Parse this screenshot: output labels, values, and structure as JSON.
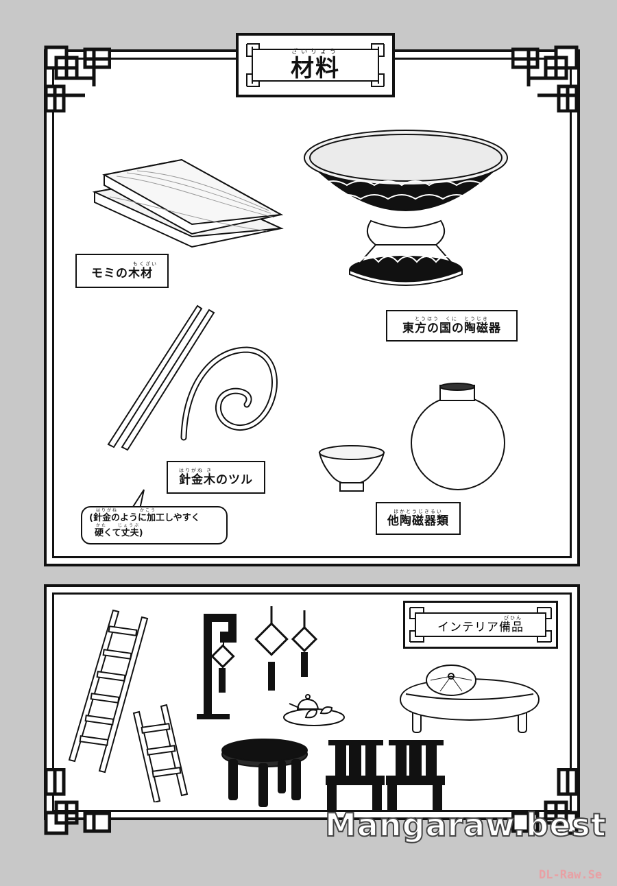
{
  "page": {
    "background": "#c8c8c8",
    "ink": "#111111"
  },
  "materials_panel": {
    "title": "材料",
    "title_ruby": "ざいりょう",
    "items": [
      {
        "id": "fir-lumber",
        "label": "モミの木材",
        "ruby": "もくざい"
      },
      {
        "id": "eastern-porcelain",
        "label": "東方の国の陶磁器",
        "ruby": "とうほう　くに　とうじき"
      },
      {
        "id": "wire-wood-vine",
        "label": "針金木のツル",
        "ruby": "はりがね き"
      },
      {
        "id": "other-porcelain",
        "label": "他陶磁器類",
        "ruby": "ほかとうじきるい"
      }
    ],
    "note_bubble": {
      "line1": "(針金のように加工しやすく",
      "line2": "硬くて丈夫)",
      "ruby1": "はりがね　　　　かこう",
      "ruby2": "かた　　じょうぶ"
    }
  },
  "interior_panel": {
    "title": "インテリア備品",
    "title_ruby": "びひん",
    "illustrations": [
      "ladder-long",
      "ladder-short",
      "lamp-stand",
      "hanging-ornament-large",
      "hanging-ornament-small",
      "tea-set",
      "round-table",
      "chair",
      "chair",
      "ottoman-with-cushion"
    ]
  },
  "watermarks": {
    "primary": "Mangaraw.best",
    "secondary": "DL-Raw.Se"
  }
}
